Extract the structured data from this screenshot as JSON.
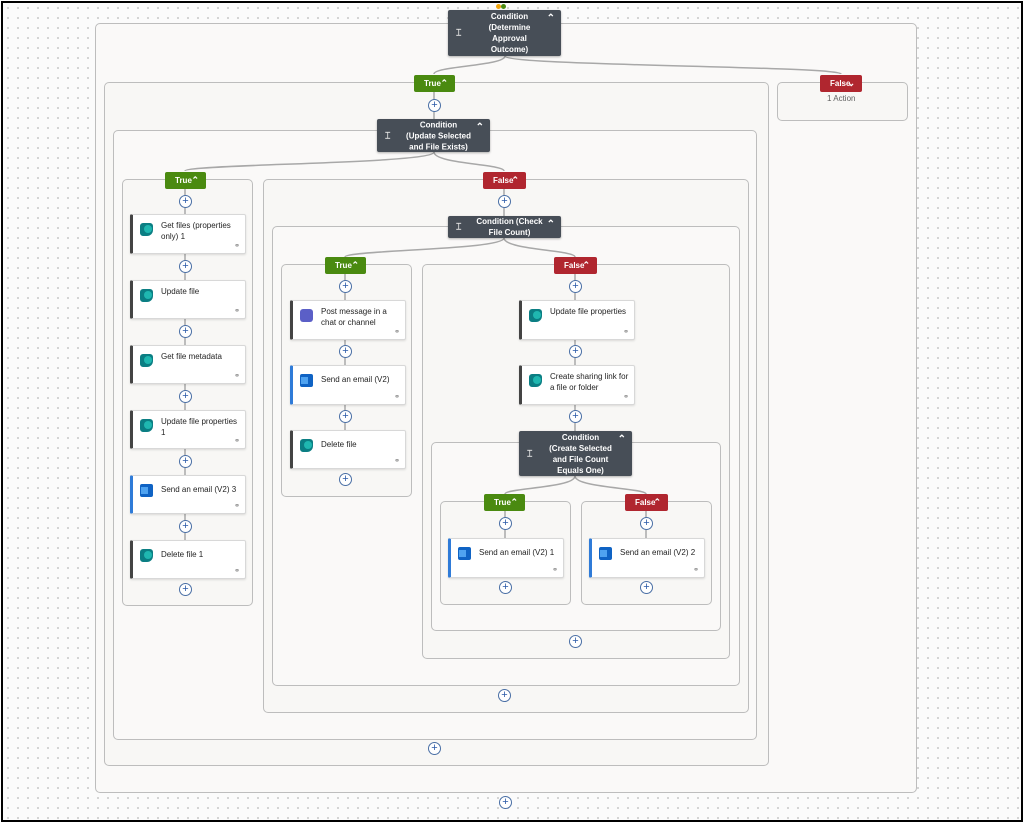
{
  "conditions": {
    "root": "Condition (Determine Approval Outcome)",
    "update_selected": "Condition (Update Selected and File Exists)",
    "check_count": "Condition (Check File Count)",
    "create_selected": "Condition (Create Selected and File Count Equals One)"
  },
  "branches": {
    "true_label": "True",
    "false_label": "False"
  },
  "root_false_summary": "1 Action",
  "actions": {
    "get_files": "Get files (properties only) 1",
    "update_file": "Update file",
    "get_metadata": "Get file metadata",
    "update_props1": "Update file properties 1",
    "send_email3": "Send an email (V2) 3",
    "delete_file1": "Delete file 1",
    "post_message": "Post message in a chat or channel",
    "send_email": "Send an email (V2)",
    "delete_file": "Delete file",
    "update_props": "Update file properties",
    "create_link": "Create sharing link for a file or folder",
    "send_email1": "Send an email (V2) 1",
    "send_email2": "Send an email (V2) 2"
  },
  "icons": {
    "condition": "condition-icon",
    "sharepoint": "sharepoint-icon",
    "outlook": "outlook-icon",
    "teams": "teams-icon",
    "add": "add-step-icon",
    "link": "link-icon"
  },
  "colors": {
    "true": "#4a8a10",
    "false": "#b0262f",
    "condition": "#474e57"
  }
}
